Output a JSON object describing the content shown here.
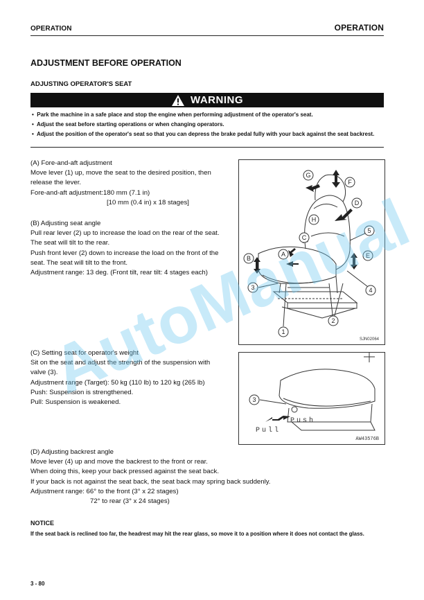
{
  "header": {
    "left": "OPERATION",
    "right": "OPERATION"
  },
  "titles": {
    "main": "ADJUSTMENT BEFORE OPERATION",
    "sub": "ADJUSTING OPERATOR'S SEAT"
  },
  "warning": {
    "label": "WARNING",
    "items": [
      "Park the machine in a safe place and stop the engine when performing adjustment of the operator's seat.",
      "Adjust the seat before starting operations or when changing operators.",
      "Adjust the position of the operator's seat so that you can depress the brake pedal fully with your back against the seat backrest."
    ]
  },
  "sectionA": {
    "lines": [
      "(A) Fore-and-aft adjustment",
      "Move lever (1) up, move the seat to the desired position, then",
      "release the lever.",
      "Fore-and-aft adjustment:180 mm (7.1 in)",
      "[10 mm (0.4 in) x 18 stages]"
    ]
  },
  "sectionB": {
    "lines": [
      "(B) Adjusting seat angle",
      "Pull rear lever (2) up to increase the load on the rear of the seat.",
      "The seat will tilt to the rear.",
      "Push front lever (2) down to increase the load on the front of the",
      "seat.  The seat will tilt to the front.",
      "Adjustment range: 13 deg. (Front tilt, rear tilt: 4 stages each)"
    ]
  },
  "sectionC": {
    "lines": [
      "(C) Setting seat for operator's weight",
      "Sit on the seat and adjust the strength of the suspension with",
      "valve (3).",
      "Adjustment range (Target): 50 kg (110 lb) to 120 kg (265 lb)",
      "Push: Suspension is strengthened.",
      "Pull: Suspension is weakened."
    ]
  },
  "sectionD": {
    "lines": [
      "(D) Adjusting backrest angle",
      "Move lever (4) up and move the backrest to the front or rear.",
      "When doing this, keep your back pressed against the seat back.",
      "If your back is not against the seat back, the seat back may spring back suddenly.",
      "Adjustment range: 66° to the front (3° x 22 stages)",
      "72° to rear (3° x 24 stages)"
    ]
  },
  "notice": {
    "title": "NOTICE",
    "text": "If the seat back is reclined too far, the headrest may hit the rear glass, so move it to a position where it does not contact the glass."
  },
  "figure1": {
    "code": "SJN02064",
    "labels": [
      "G",
      "F",
      "D",
      "H",
      "C",
      "5",
      "B",
      "A",
      "E",
      "3",
      "4",
      "2",
      "1"
    ]
  },
  "figure2": {
    "code": "AW43576B",
    "num": "3",
    "pull": "Pull",
    "push": "Push"
  },
  "watermark": "AutoManual",
  "footer": {
    "page": "3 - 80"
  }
}
